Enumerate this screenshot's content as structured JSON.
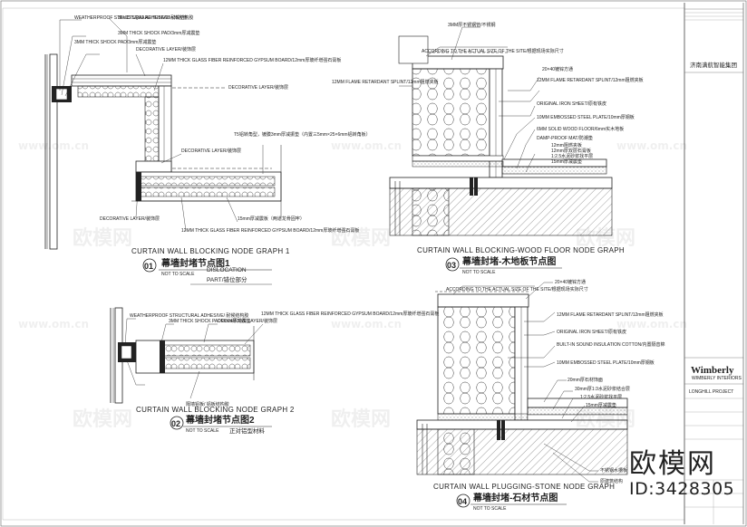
{
  "graph1": {
    "labels": {
      "weatherproof": "WEATHERPROOF STRUCTURAL ADHESIVE/ 耐候结构胶",
      "tube": "35×35 SQUARE TUBE/35×35方管",
      "shock1": "3MM THICK SHOCK PAD/3mm厚减震垫",
      "shock2": "3MM THICK SHOCK PAD/3mm厚减震垫",
      "deco_layer_top": "DECORATIVE LAYER/装饰层",
      "gypsum_top": "12MM THICK GLASS FIBER REINFORCED GYPSUM BOARD/12mm厚玻纤增强石膏板",
      "deco_layer_right": "DECORATIVE LAYER/装饰层",
      "deco_layer_mid": "DECORATIVE LAYER/装饰层",
      "seal_note": "T5铝转角型，镀膜3mm厚减振垫（内置三5mm×25×6mm铝转角板）",
      "deco_layer_low": "DECORATIVE LAYER/装饰层",
      "gypsum_low": "12MM THICK GLASS FIBER REINFORCED GYPSUM BOARD/12mm厚玻纤增强石膏板",
      "board_note": "15mm厚减震板（两道龙骨固牢）"
    },
    "title_en": "CURTAIN WALL BLOCKING NODE GRAPH 1",
    "number": "01",
    "title_cn": "幕墙封堵节点图1",
    "scale": "NOT TO SCALE",
    "sub_en": "DISLOCATION",
    "sub_en2": "PART/错位部分"
  },
  "graph2": {
    "labels": {
      "weatherproof": "WEATHERPROOF STRUCTURAL ADHESIVE/ 耐候结构胶",
      "shock": "3MM THICK SHOCK PAD/3mm厚减震垫",
      "deco": "DECORATIVE LAYER/装饰层",
      "gypsum": "12MM THICK GLASS FIBER REINFORCED GYPSUM BOARD/12mm厚玻纤增强石膏板",
      "al_note": "隔墙铝板/ 铝板结构胶"
    },
    "title_en": "CURTAIN WALL BLOCKING NODE GRAPH 2",
    "number": "02",
    "title_cn": "幕墙封堵节点图2",
    "scale": "NOT TO SCALE",
    "sub": "正对铝型材料"
  },
  "graph3": {
    "labels": {
      "top_note": "ACCORDING TO THE ACTUAL SIZE OF THE SITE/根据现场实际尺寸",
      "shock": "3MM厚不锈钢管/不锈钢",
      "flame": "12MM FLAME RETARDANT SPLINT/12mm阻燃夹板",
      "iron": "ORIGINAL IRON SHEET/原有铁皮",
      "embossed": "10MM EMBOSSED STEEL PLATE/10mm厚钢板",
      "wood": "6MM SOLID WOOD FLOOR/6mm实木地板",
      "damp": "DAMP-PROOF MAT/防潮垫",
      "flame_l": "12MM FLAME RETARDANT SPLINT/12mm阻燃夹板",
      "note1": "20×40镀锌方通",
      "note2": "12mm阻燃夹板",
      "note3": "12mm厚双层石膏板",
      "note4": "1:2.5水泥砂浆找平层",
      "note5": "15mm厚减震垫"
    },
    "title_en": "CURTAIN WALL BLOCKING-WOOD FLOOR NODE GRAPH",
    "number": "03",
    "title_cn": "幕墙封堵-木地板节点图",
    "scale": "NOT TO SCALE"
  },
  "graph4": {
    "labels": {
      "top_note": "ACCORDING TO THE ACTUAL SIZE OF THE SITE/根据现场实际尺寸",
      "sq_tube": "20×40镀锌方通",
      "flame": "12MM FLAME RETARDANT SPLINT/12mm阻燃夹板",
      "iron": "ORIGINAL IRON SHEET/原有铁皮",
      "sound": "BUILT-IN SOUND INSULATION COTTON/内置隔音棉",
      "embossed": "10MM EMBOSSED STEEL PLATE/10mm厚钢板",
      "note1": "20mm厚石材饰面",
      "note2": "30mm厚1:3水泥砂浆结合层",
      "note3": "1:2.5水泥砂浆找平层",
      "note4": "15mm厚减震垫",
      "note5": "不锈钢水槽板",
      "note6": "原建筑结构"
    },
    "title_en": "CURTAIN WALL PLUGGING-STONE NODE GRAPH",
    "number": "04",
    "title_cn": "幕墙封堵-石材节点图",
    "scale": "NOT TO SCALE"
  },
  "title_block": {
    "client": "济南满航智能集团",
    "company": "Wimberly",
    "company_sub": "WIMBERLY INTERIORS",
    "project": "LONGHILL PROJECT"
  },
  "watermarks": [
    "欧模网",
    "www.om.cn"
  ],
  "brand": {
    "name": "欧模网",
    "id": "ID:3428305"
  }
}
